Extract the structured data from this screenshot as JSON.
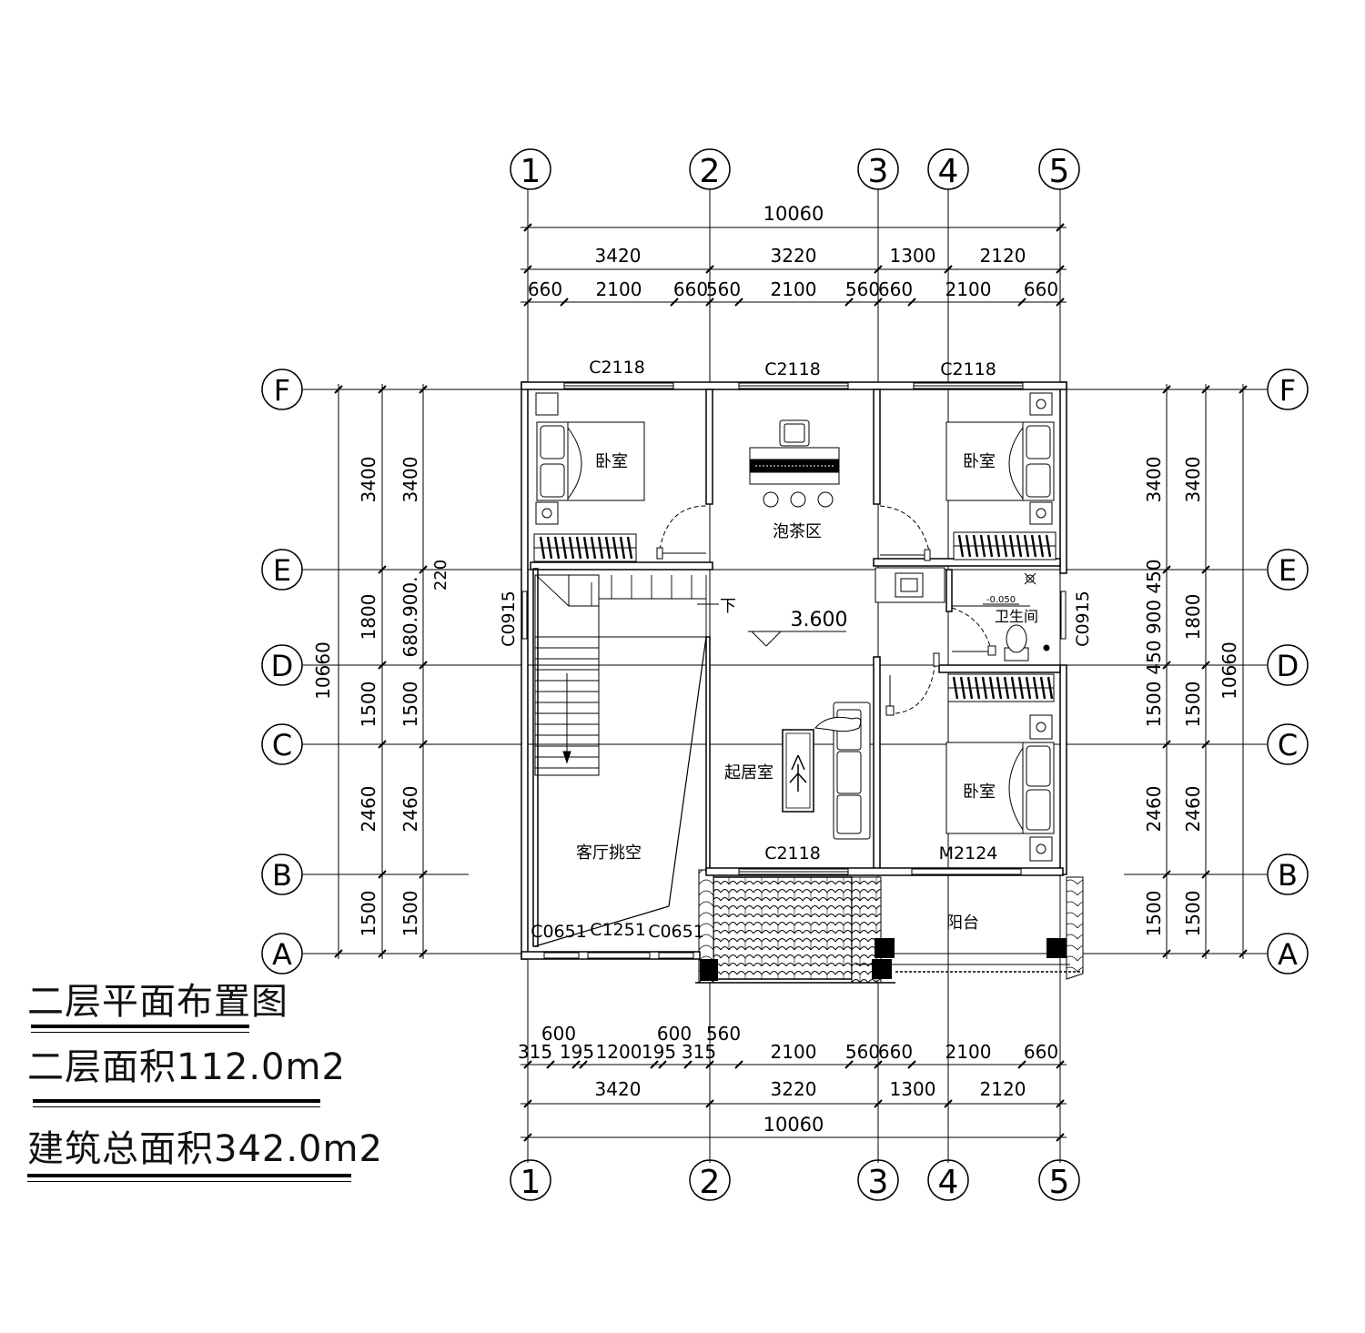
{
  "axes": {
    "columns": [
      "1",
      "2",
      "3",
      "4",
      "5"
    ],
    "rows": [
      "A",
      "B",
      "C",
      "D",
      "E",
      "F"
    ]
  },
  "dims_top": {
    "overall": "10060",
    "bays": [
      "3420",
      "3220",
      "1300",
      "2120"
    ],
    "detail": [
      "660",
      "2100",
      "660",
      "560",
      "2100",
      "560",
      "660",
      "2100",
      "660"
    ]
  },
  "dims_bottom": {
    "overall": "10060",
    "bays": [
      "3420",
      "3220",
      "1300",
      "2120"
    ],
    "upper": [
      "600",
      "600",
      "560"
    ],
    "detail": [
      "315",
      "195",
      "1200",
      "195",
      "315",
      "2100",
      "560",
      "660",
      "2100",
      "660"
    ]
  },
  "dims_left": {
    "overall": "10660",
    "outer": [
      "3400",
      "1800",
      "1500",
      "2460",
      "1500"
    ],
    "inner": [
      "3400",
      "680.900.",
      "1500",
      "2460",
      "1500"
    ],
    "small": "220"
  },
  "dims_right": {
    "overall": "10660",
    "outer": [
      "3400",
      "1800",
      "1500",
      "2460",
      "1500"
    ],
    "inner": [
      "3400",
      "450 900 450",
      "1500",
      "2460",
      "1500"
    ]
  },
  "rooms": {
    "bedroom_nw": "卧室",
    "bedroom_ne": "卧室",
    "bedroom_se": "卧室",
    "tea_area": "泡茶区",
    "living": "起居室",
    "void": "客厅挑空",
    "bathroom": "卫生间",
    "balcony": "阳台",
    "stair_down": "下"
  },
  "elevation": {
    "level": "3.600",
    "bath_level": "-0.050"
  },
  "openings": {
    "c2118_a": "C2118",
    "c2118_b": "C2118",
    "c2118_c": "C2118",
    "c2118_d": "C2118",
    "c0915_left": "C0915",
    "c0915_right": "C0915",
    "m2124": "M2124",
    "c0651_a": "C0651",
    "c1251": "C1251",
    "c0651_b": "C0651"
  },
  "titles": {
    "plan_title": "二层平面布置图",
    "floor_area": "二层面积112.0m2",
    "total_area": "建筑总面积342.0m2"
  }
}
